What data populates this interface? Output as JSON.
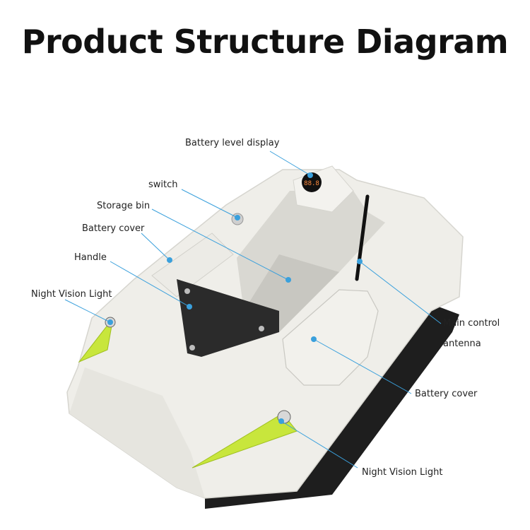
{
  "title": "Product Structure Diagram",
  "labels": {
    "battery_level_display": "Battery level display",
    "switch": "switch",
    "storage_bin": "Storage bin",
    "battery_cover_left": "Battery cover",
    "handle": "Handle",
    "night_vision_light_left": "Night Vision Light",
    "main_control": "Main control",
    "antenna": "antenna",
    "battery_cover_right": "Battery cover",
    "night_vision_light_right": "Night Vision Light"
  },
  "display_readout": "88.8",
  "colors": {
    "callout": "#3aa0dc",
    "hull": "#efeee9",
    "hull_shadow": "#dddcd5",
    "hull_bottom": "#1e1e1e",
    "light_lens": "#c8e63c",
    "plate": "#2b2b2b"
  }
}
